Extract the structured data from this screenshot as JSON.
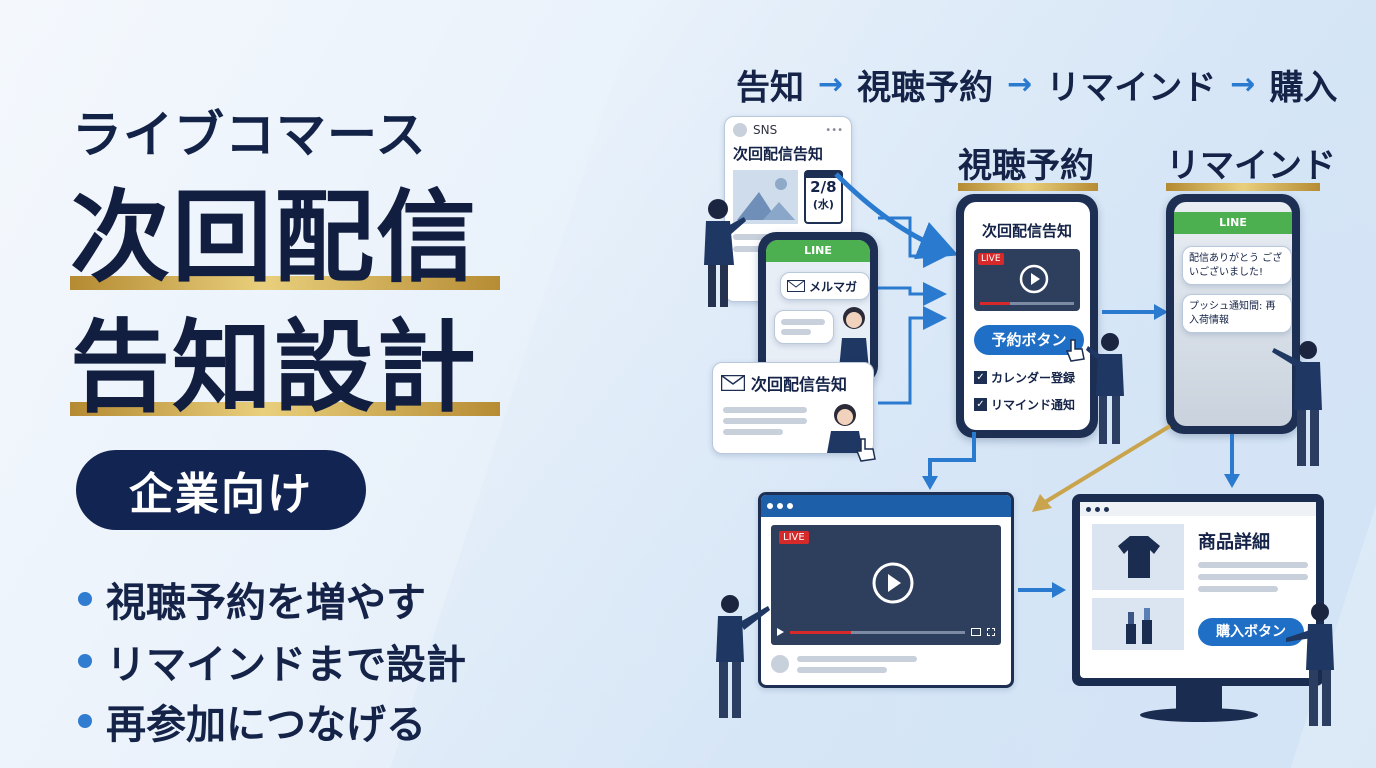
{
  "left": {
    "subtitle": "ライブコマース",
    "title_line1": "次回配信",
    "title_line2": "告知設計",
    "pill": "企業向け",
    "bullets": [
      "視聴予約を増やす",
      "リマインドまで設計",
      "再参加につなげる"
    ]
  },
  "flow": {
    "steps": [
      "告知",
      "視聴予約",
      "リマインド",
      "購入"
    ],
    "arrow": "→"
  },
  "sections": {
    "reserve": "視聴予約",
    "remind": "リマインド"
  },
  "sns_card": {
    "label": "SNS",
    "title": "次回配信告知",
    "date": "2/8",
    "weekday": "(水)",
    "dots": "•••"
  },
  "line_phone": {
    "header": "LINE",
    "mail_label": "メルマガ"
  },
  "email_card": {
    "title": "次回配信告知"
  },
  "reserve_phone": {
    "title": "次回配信告知",
    "live": "LIVE",
    "button": "予約ボタン",
    "check1": "カレンダー登録",
    "check2": "リマインド通知"
  },
  "remind_phone": {
    "header": "LINE",
    "msg1": "配信ありがとう ございございました!",
    "msg2": "プッシュ通知間: 再入荷情報"
  },
  "live_browser": {
    "live": "LIVE"
  },
  "product_monitor": {
    "title": "商品詳細",
    "button": "購入ボタン"
  },
  "colors": {
    "navy": "#122452",
    "accent_blue": "#2a7bcf",
    "gold": "#c9a44c",
    "line_green": "#4caf50",
    "live_red": "#d62a2a"
  }
}
